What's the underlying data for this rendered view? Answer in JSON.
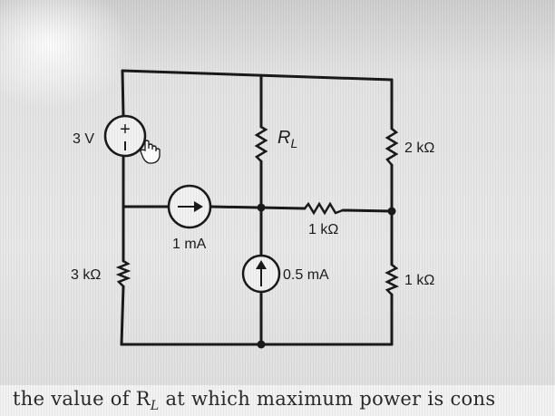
{
  "circuit": {
    "source_voltage_label": "3 V",
    "source_voltage_polarity": "+",
    "load_label_main": "R",
    "load_label_sub": "L",
    "resistor_top_right_label": "2 kΩ",
    "resistor_middle_label": "1 kΩ",
    "current_source_1_label": "1 mA",
    "resistor_left_label": "3 kΩ",
    "current_source_2_label": "0.5 mA",
    "resistor_bottom_right_label": "1 kΩ"
  },
  "caption": {
    "text": "the value of R",
    "sub": "L",
    "rest": " at which maximum power is cons"
  },
  "colors": {
    "wire": "#1a1a1a",
    "arrow": "#1a1a1a"
  }
}
